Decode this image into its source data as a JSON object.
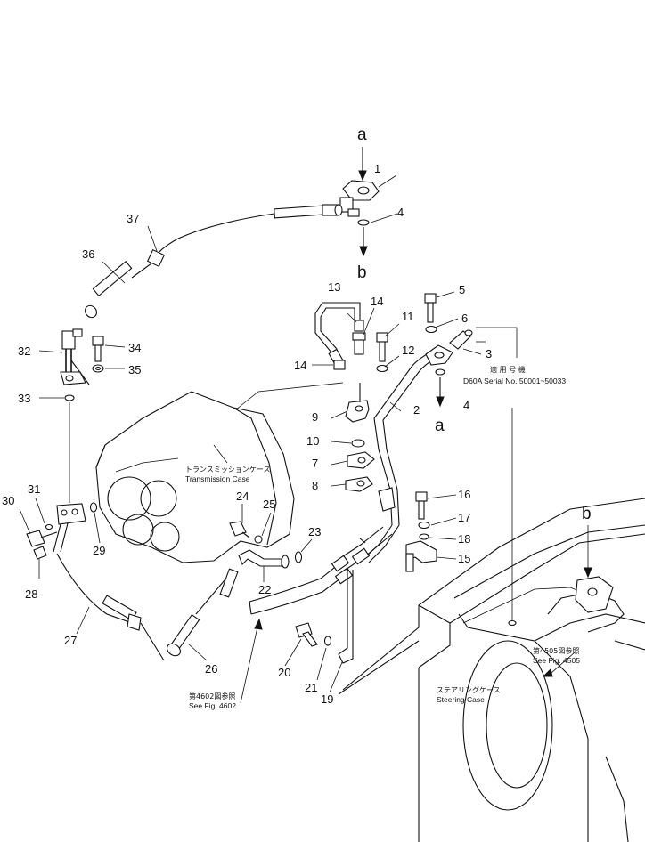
{
  "part_numbers": [
    "1",
    "2",
    "3",
    "4",
    "5",
    "6",
    "7",
    "8",
    "9",
    "10",
    "11",
    "12",
    "13",
    "14",
    "15",
    "16",
    "17",
    "18",
    "19",
    "20",
    "21",
    "22",
    "23",
    "24",
    "25",
    "26",
    "27",
    "28",
    "29",
    "30",
    "31",
    "32",
    "33",
    "34",
    "35",
    "36",
    "37"
  ],
  "duplicate_labels": {
    "left_4": "4",
    "right_4": "4",
    "left_14": "14",
    "right_14": "14"
  },
  "connection_labels": {
    "top_a": "a",
    "top_b": "b",
    "mid_a": "a",
    "right_b": "b"
  },
  "annotations": {
    "applicability_jp": "適 用 号 機",
    "applicability_en": "D60A Serial No. 50001~50033",
    "transmission_case_jp": "トランスミッションケース",
    "transmission_case_en": "Transmission Case",
    "steering_case_jp": "ステアリングケース",
    "steering_case_en": "Steering Case",
    "fig_4602_jp": "第4602図参照",
    "fig_4602_en": "See Fig. 4602",
    "fig_4505_jp": "第4505図参照",
    "fig_4505_en": "See Fig. 4505"
  }
}
